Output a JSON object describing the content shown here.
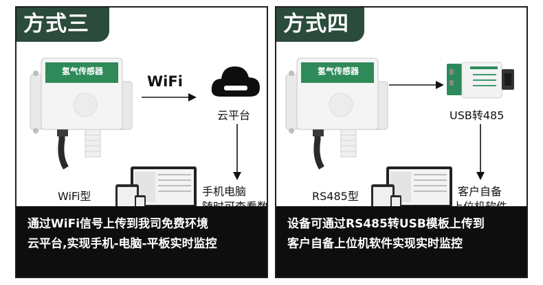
{
  "left": {
    "tab": "方式三",
    "device_label": "氢气传感器",
    "wifi_label": "WiFi",
    "cloud_label": "云平台",
    "type_label": "WiFi型",
    "pc_label_1": "手机电脑",
    "pc_label_2": "随时可查看数据",
    "footer_1": "通过WiFi信号上传到我司免费环境",
    "footer_2": "云平台,实现手机-电脑-平板实时监控"
  },
  "right": {
    "tab": "方式四",
    "device_label": "氢气传感器",
    "converter_label": "USB转485",
    "type_label": "RS485型",
    "pc_label_1": "客户自备",
    "pc_label_2": "上位机软件",
    "footer_1": "设备可通过RS485转USB模板上传到",
    "footer_2": "客户自备上位机软件实现实时监控"
  },
  "colors": {
    "tab_bg": "#2b4b3c",
    "device_band": "#2f8a5a",
    "footer_bg": "#0e0e0e"
  }
}
